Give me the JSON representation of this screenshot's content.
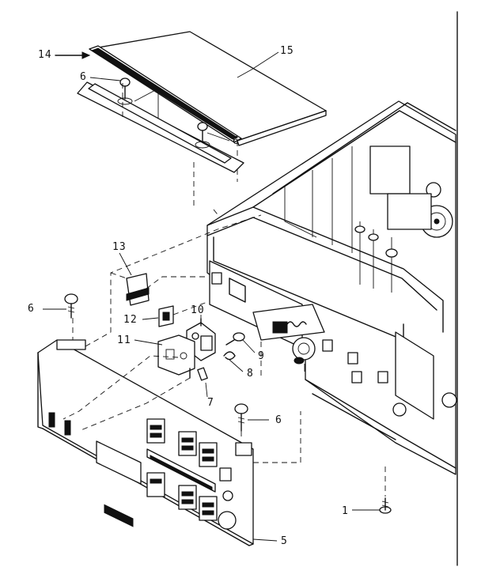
{
  "callouts": [
    {
      "id": "1",
      "text": "1"
    },
    {
      "id": "5",
      "text": "5"
    },
    {
      "id": "6a",
      "text": "6"
    },
    {
      "id": "6b",
      "text": "6"
    },
    {
      "id": "6c",
      "text": "6"
    },
    {
      "id": "6d",
      "text": "6"
    },
    {
      "id": "7",
      "text": "7"
    },
    {
      "id": "8",
      "text": "8"
    },
    {
      "id": "9",
      "text": "9"
    },
    {
      "id": "10",
      "text": "10"
    },
    {
      "id": "11",
      "text": "11"
    },
    {
      "id": "12",
      "text": "12"
    },
    {
      "id": "13",
      "text": "13"
    },
    {
      "id": "14",
      "text": "14"
    },
    {
      "id": "15",
      "text": "15"
    }
  ]
}
